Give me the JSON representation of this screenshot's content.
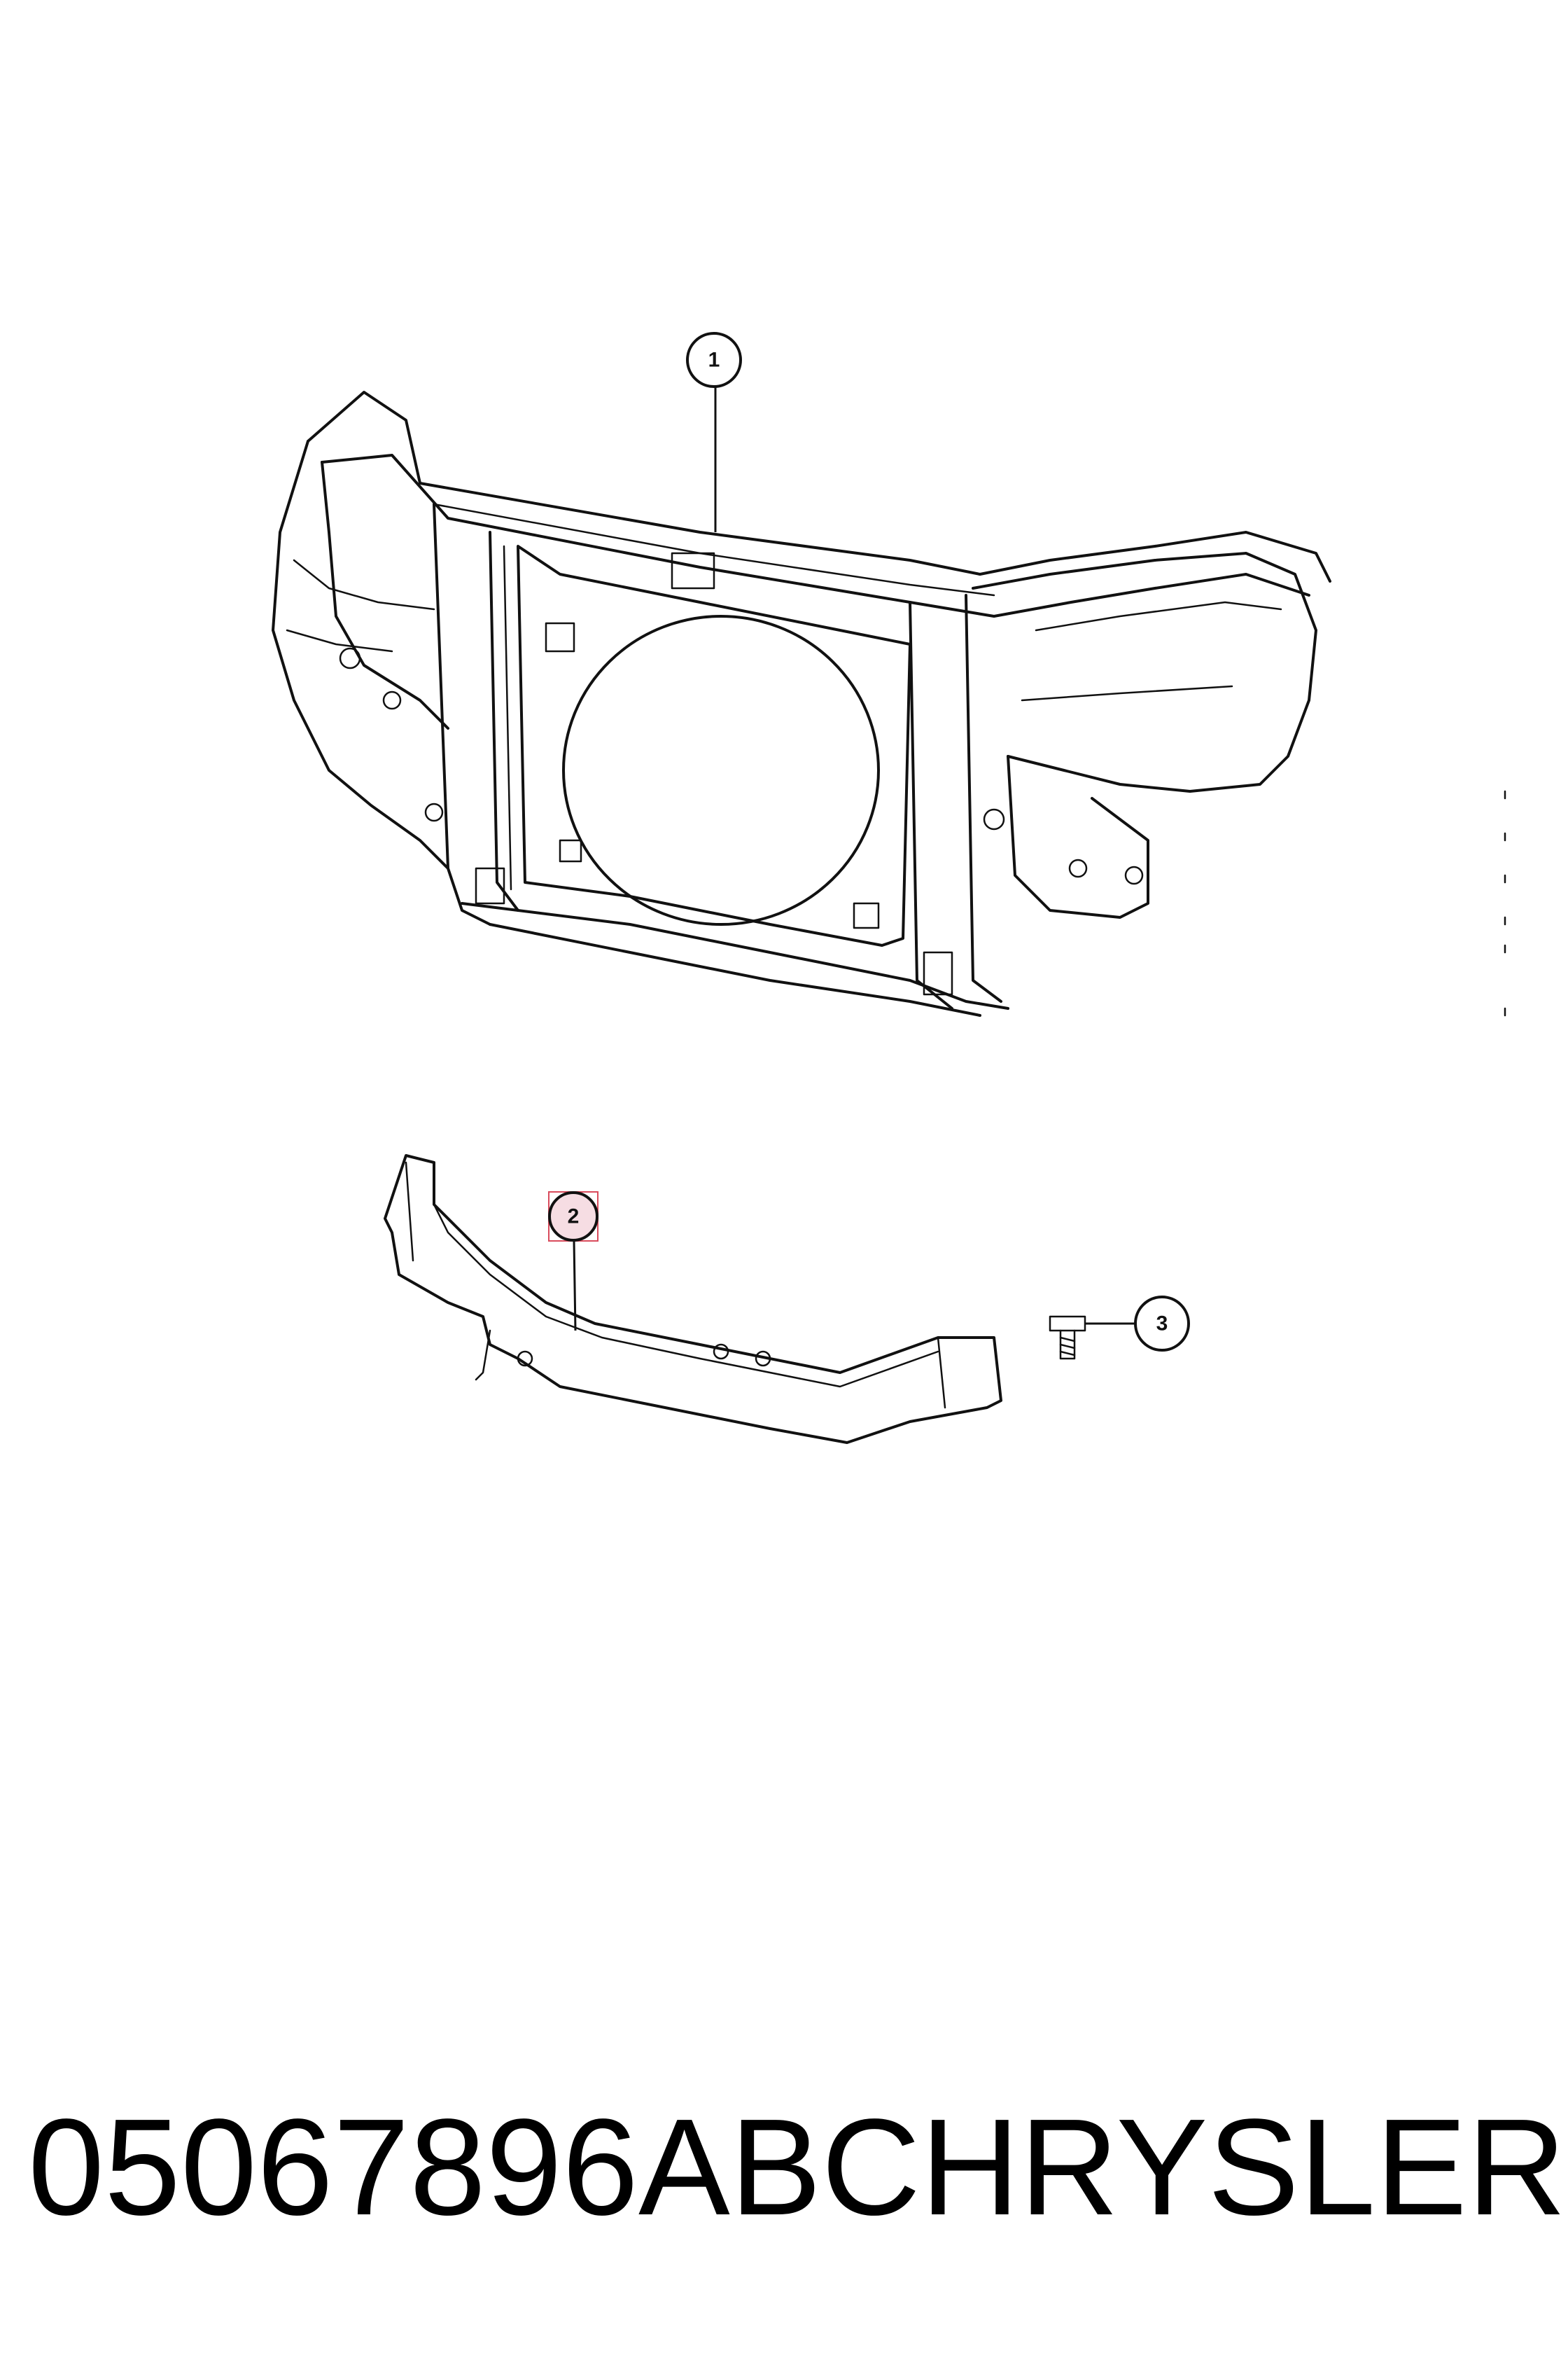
{
  "callouts": [
    {
      "label": "1"
    },
    {
      "label": "2"
    },
    {
      "label": "3"
    }
  ],
  "footer": {
    "part_number": "05067896AB",
    "brand": "CHRYSLER"
  },
  "colors": {
    "line": "#111111",
    "highlight_fill": "#f6dde3",
    "highlight_stroke": "#d94b5c",
    "background": "#ffffff"
  }
}
